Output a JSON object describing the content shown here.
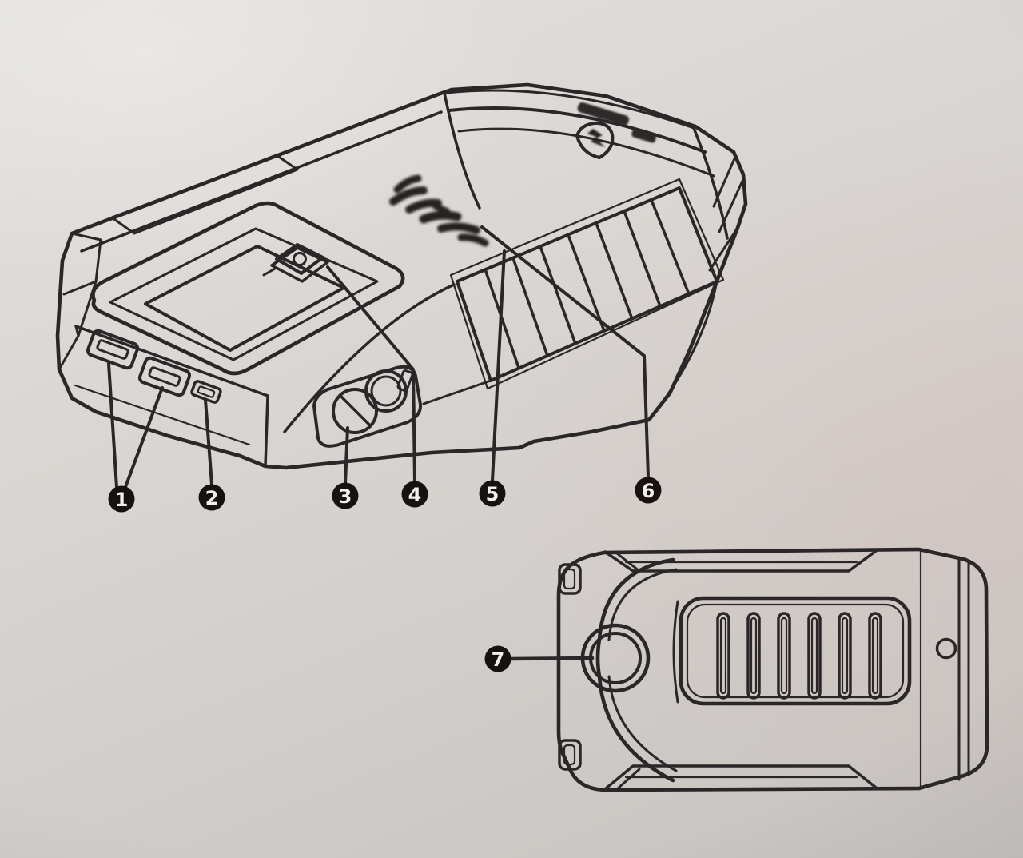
{
  "photo": {
    "paper_color": "#d6d2cf",
    "line_color": "#2b2628",
    "callout_fill": "#17120f",
    "callout_text_color": "#f2efec"
  },
  "figures": [
    {
      "name": "jump-starter-isometric-view",
      "icons": [
        "usb-port-icon",
        "usb-port-icon",
        "micro-usb-port-icon",
        "flashlight-lens-icon",
        "power-button-icon",
        "lcd-display-icon",
        "warning-shield-icon",
        "blurred-logo-icon",
        "grip-ribs-icon"
      ],
      "callouts": [
        {
          "label": "1"
        },
        {
          "label": "2"
        },
        {
          "label": "3"
        },
        {
          "label": "4"
        },
        {
          "label": "5"
        },
        {
          "label": "6"
        }
      ]
    },
    {
      "name": "jump-starter-bottom-view",
      "icons": [
        "flashlight-lens-icon",
        "vent-slots-icon",
        "lanyard-hole-icon"
      ],
      "callouts": [
        {
          "label": "7"
        }
      ]
    }
  ]
}
